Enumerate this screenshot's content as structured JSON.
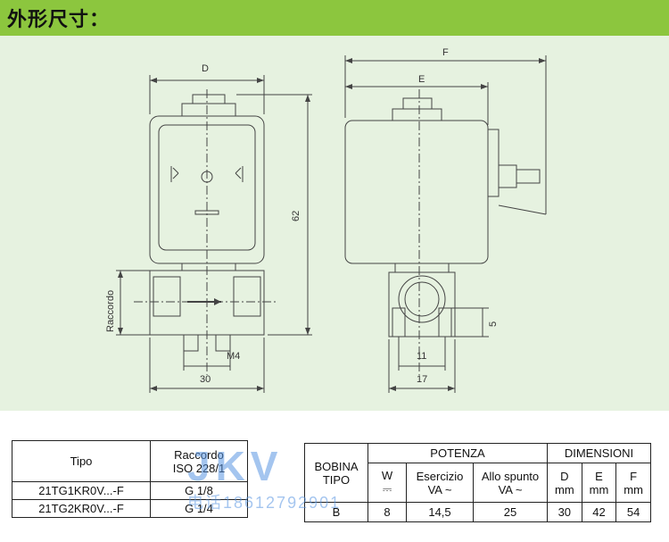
{
  "header": {
    "title": "外形尺寸："
  },
  "drawing": {
    "labels": {
      "D": "D",
      "F": "F",
      "E": "E",
      "h62": "62",
      "raccordo": "Raccordo",
      "m4": "M4",
      "w30": "30",
      "d11": "11",
      "d17": "17",
      "d5": "5"
    }
  },
  "table1": {
    "headers": {
      "tipo": "Tipo",
      "raccordo_line1": "Raccordo",
      "raccordo_line2": "ISO 228/1"
    },
    "rows": [
      {
        "tipo": "21TG1KR0V...-F",
        "raccordo": "G 1/8"
      },
      {
        "tipo": "21TG2KR0V...-F",
        "raccordo": "G 1/4"
      }
    ]
  },
  "table2": {
    "headers": {
      "bobina_line1": "BOBINA",
      "bobina_line2": "TIPO",
      "potenza": "POTENZA",
      "dimensioni": "DIMENSIONI",
      "w": "W",
      "dc_symbol": "⎓",
      "esercizio_line1": "Esercizio",
      "esercizio_line2": "VA ~",
      "spunto_line1": "Allo spunto",
      "spunto_line2": "VA ~",
      "d": "D",
      "e": "E",
      "f": "F",
      "mm": "mm"
    },
    "row": {
      "bobina": "B",
      "w": "8",
      "esercizio": "14,5",
      "spunto": "25",
      "d": "30",
      "e": "42",
      "f": "54"
    }
  },
  "watermark": {
    "brand": "JKV",
    "phone": "电话18612792901"
  }
}
